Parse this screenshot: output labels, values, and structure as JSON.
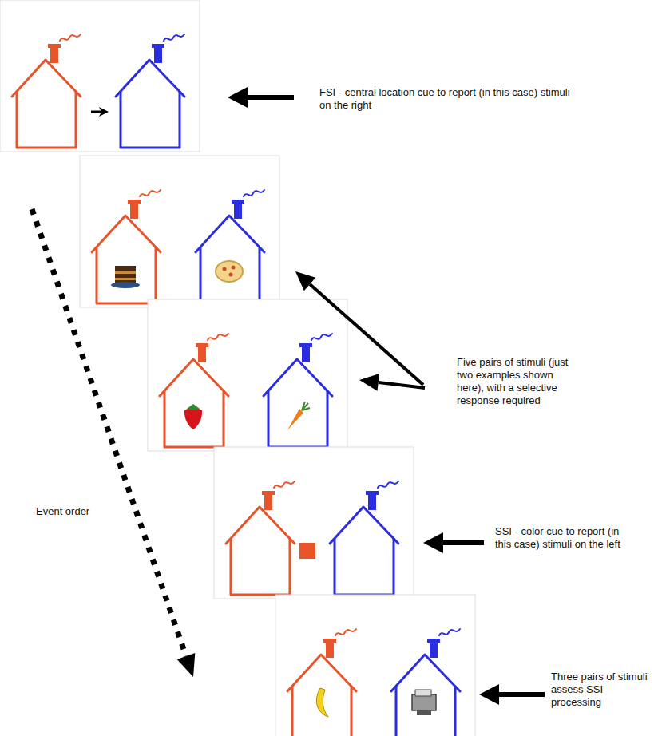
{
  "diagram": {
    "labels": [
      "FSI - central location cue to report (in this case) stimuli on the right",
      "Five pairs of stimuli (just two examples shown here), with a selective response required",
      "Event order",
      "SSI - color cue to report (in this case) stimuli on the left",
      "Three pairs of stimuli assess SSI processing"
    ]
  }
}
